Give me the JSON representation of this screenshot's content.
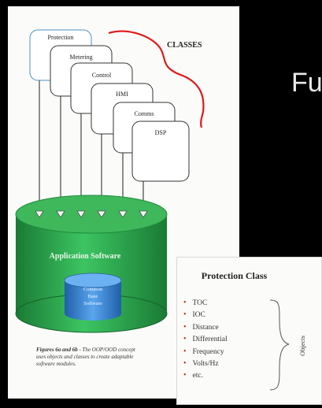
{
  "slide_title": "Fu",
  "diagram": {
    "classes_label": "CLASSES",
    "class_boxes": [
      "Protection",
      "Metering",
      "Control",
      "HMI",
      "Comms",
      "DSP"
    ],
    "cylinder": {
      "label": "Application Software",
      "inner_lines": [
        "Common",
        "Base",
        "Software"
      ]
    },
    "caption": {
      "lead": "Figures 6a and 6b",
      "text": " - The OOP/OOD concept uses objects and classes to create adaptable software modules."
    }
  },
  "protection_card": {
    "title": "Protection Class",
    "items": [
      "TOC",
      "IOC",
      "Distance",
      "Differential",
      "Frequency",
      "Volts/Hz",
      "etc."
    ],
    "brace_label": "Objects"
  },
  "colors": {
    "brace_red": "#e01818",
    "cylinder_green": "#2aa84a",
    "cylinder_dark": "#187a32",
    "inner_blue": "#2d78c8"
  }
}
